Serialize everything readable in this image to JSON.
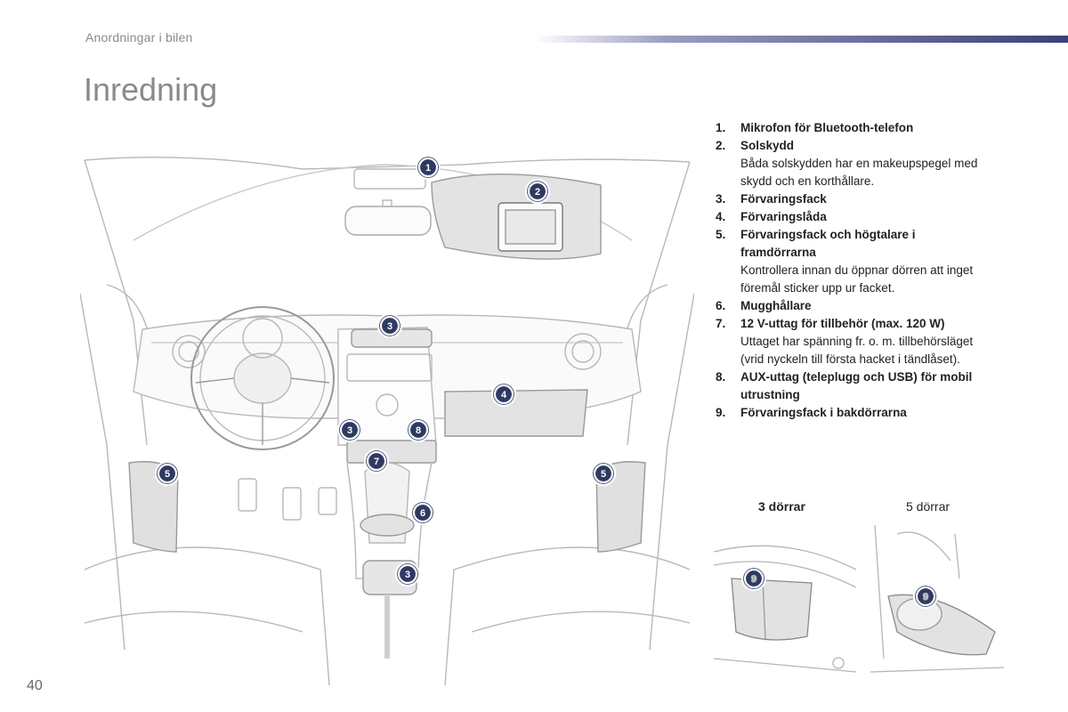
{
  "header": {
    "section": "Anordningar i bilen",
    "title": "Inredning"
  },
  "page_number": "40",
  "legend": [
    {
      "num": "1.",
      "title": "Mikrofon för Bluetooth-telefon",
      "desc": ""
    },
    {
      "num": "2.",
      "title": "Solskydd",
      "desc": "Båda solskydden har en makeupspegel med skydd och en korthållare."
    },
    {
      "num": "3.",
      "title": "Förvaringsfack",
      "desc": ""
    },
    {
      "num": "4.",
      "title": "Förvaringslåda",
      "desc": ""
    },
    {
      "num": "5.",
      "title": "Förvaringsfack och högtalare i framdörrarna",
      "desc": "Kontrollera innan du öppnar dörren att inget föremål sticker upp ur facket."
    },
    {
      "num": "6.",
      "title": "Mugghållare",
      "desc": ""
    },
    {
      "num": "7.",
      "title": "12 V-uttag för tillbehör (max. 120 W)",
      "desc": "Uttaget har spänning fr. o. m. tillbehörsläget (vrid nyckeln till första hacket i tändlåset)."
    },
    {
      "num": "8.",
      "title": "AUX-uttag (teleplugg och USB) för mobil utrustning",
      "desc": ""
    },
    {
      "num": "9.",
      "title": "Förvaringsfack i bakdörrarna",
      "desc": ""
    }
  ],
  "variants": {
    "three_door": "3 dörrar",
    "five_door": "5 dörrar"
  },
  "markers": {
    "m1": "1",
    "m2": "2",
    "m3a": "3",
    "m3b": "3",
    "m3c": "3",
    "m4": "4",
    "m5a": "5",
    "m5b": "5",
    "m6": "6",
    "m7": "7",
    "m8": "8",
    "m9a": "9",
    "m9b": "9"
  },
  "colors": {
    "marker": "#2e3a62",
    "header_bar": "#3b4078",
    "title_gray": "#8a8a8a"
  }
}
